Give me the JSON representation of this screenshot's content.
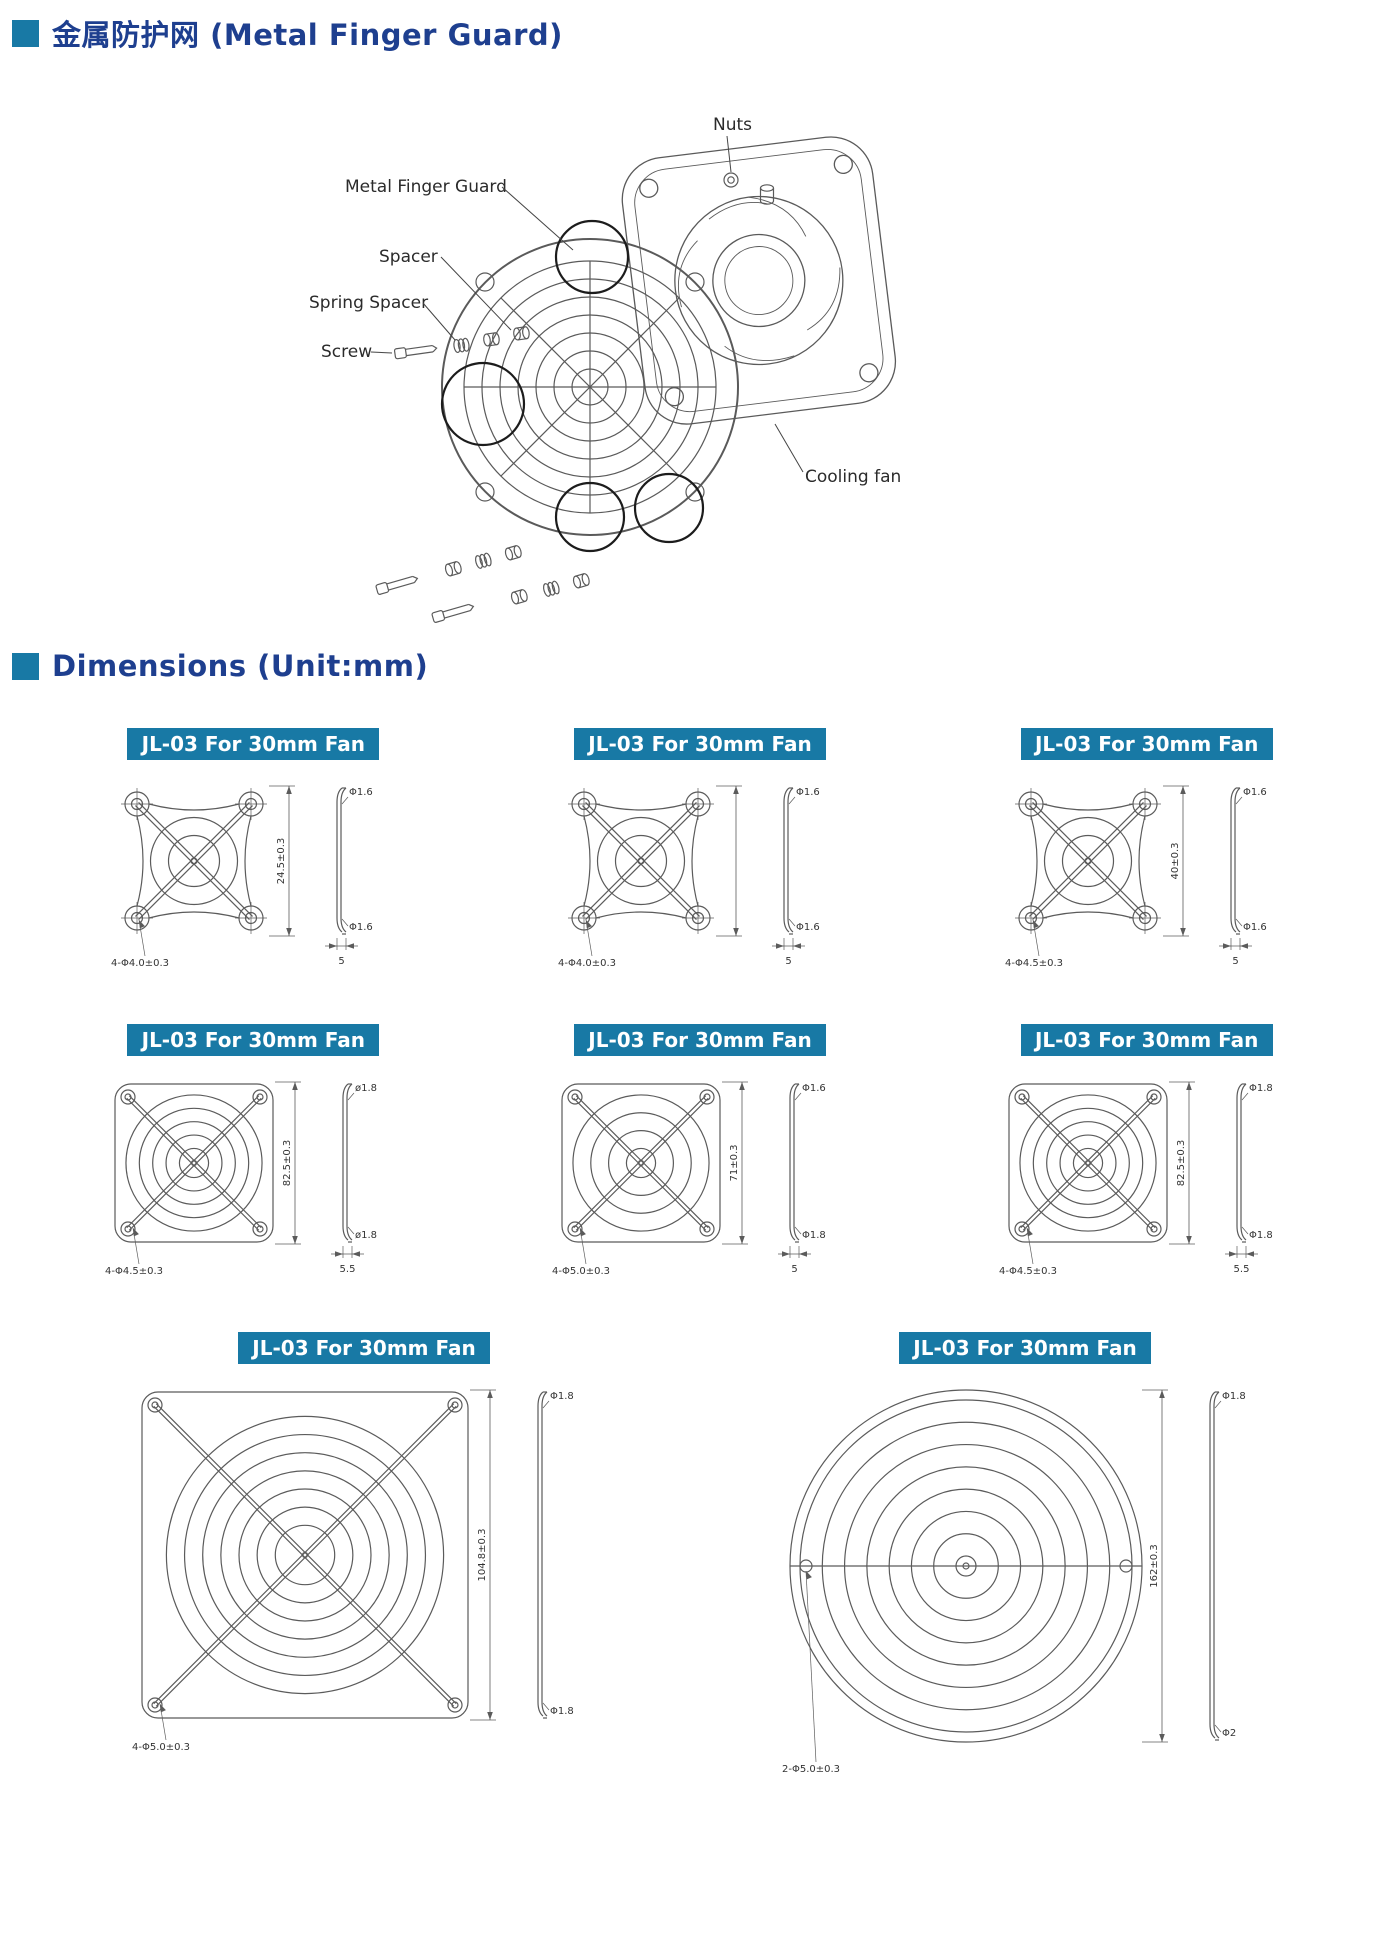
{
  "colors": {
    "accent_teal": "#1879A5",
    "title_blue": "#1E3F8F",
    "line_gray": "#5a5a5a"
  },
  "header": {
    "title": "金属防护网  (Metal Finger Guard)"
  },
  "dimensions_header": {
    "title": "Dimensions  (Unit:mm)"
  },
  "exploded": {
    "labels": {
      "nuts": "Nuts",
      "metal_finger_guard": "Metal Finger Guard",
      "spacer": "Spacer",
      "spring_spacer": "Spring Spacer",
      "screw": "Screw",
      "cooling_fan": "Cooling fan"
    }
  },
  "drawings": [
    {
      "banner": "JL-03 For 30mm Fan",
      "style": "x-cross",
      "phi_top": "Φ1.6",
      "height": "24.5±0.3",
      "holes": "4-Φ4.0±0.3",
      "phi_side": "Φ1.6",
      "width": "5"
    },
    {
      "banner": "JL-03 For 30mm Fan",
      "style": "x-cross",
      "phi_top": "Φ1.6",
      "height": "",
      "holes": "4-Φ4.0±0.3",
      "phi_side": "Φ1.6",
      "width": "5"
    },
    {
      "banner": "JL-03 For 30mm Fan",
      "style": "x-cross",
      "phi_top": "Φ1.6",
      "height": "40±0.3",
      "holes": "4-Φ4.5±0.3",
      "phi_side": "Φ1.6",
      "width": "5"
    },
    {
      "banner": "JL-03 For 30mm Fan",
      "style": "rings",
      "phi_top": "ø1.8",
      "height": "82.5±0.3",
      "holes": "4-Φ4.5±0.3",
      "phi_side": "ø1.8",
      "width": "5.5"
    },
    {
      "banner": "JL-03 For 30mm Fan",
      "style": "rings",
      "phi_top": "Φ1.6",
      "height": "71±0.3",
      "holes": "4-Φ5.0±0.3",
      "phi_side": "Φ1.8",
      "width": "5"
    },
    {
      "banner": "JL-03 For 30mm Fan",
      "style": "rings",
      "phi_top": "Φ1.8",
      "height": "82.5±0.3",
      "holes": "4-Φ4.5±0.3",
      "phi_side": "Φ1.8",
      "width": "5.5"
    },
    {
      "banner": "JL-03 For 30mm Fan",
      "style": "rings",
      "phi_top": "Φ1.8",
      "height": "104.8±0.3",
      "holes": "4-Φ5.0±0.3",
      "phi_side": "Φ1.8",
      "width": ""
    },
    {
      "banner": "JL-03 For 30mm Fan",
      "style": "round",
      "phi_top": "Φ1.8",
      "height": "162±0.3",
      "holes": "2-Φ5.0±0.3",
      "phi_side": "Φ2",
      "width": ""
    }
  ]
}
